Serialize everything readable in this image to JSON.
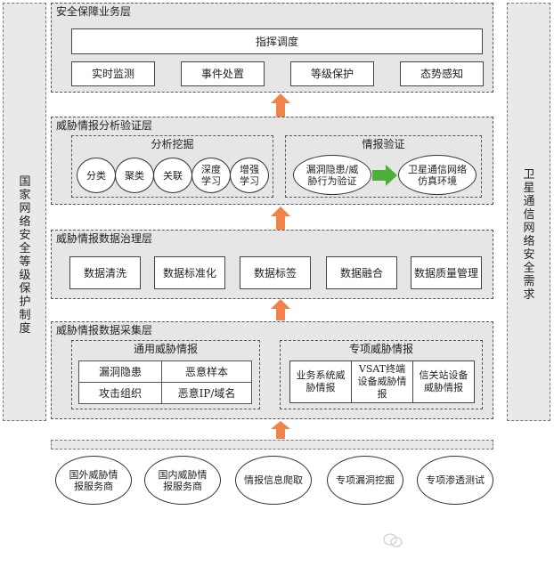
{
  "left_side": "国家网络安全等级保护制度",
  "right_side": "卫星通信网络安全需求",
  "layer_business": {
    "title": "安全保障业务层",
    "command": "指挥调度",
    "items": [
      "实时监测",
      "事件处置",
      "等级保护",
      "态势感知"
    ]
  },
  "layer_analysis": {
    "title": "威胁情报分析验证层",
    "mining_title": "分析挖掘",
    "mining_items": [
      "分类",
      "聚类",
      "关联",
      "深度学习",
      "增强学习"
    ],
    "verify_title": "情报验证",
    "verify_from": "漏洞隐患/威胁行为验证",
    "verify_to": "卫星通信网络仿真环境"
  },
  "layer_governance": {
    "title": "威胁情报数据治理层",
    "items": [
      "数据清洗",
      "数据标准化",
      "数据标签",
      "数据融合",
      "数据质量管理"
    ]
  },
  "layer_collection": {
    "title": "威胁情报数据采集层",
    "general_title": "通用威胁情报",
    "general_items": [
      "漏洞隐患",
      "恶意样本",
      "攻击组织",
      "恶意IP/域名"
    ],
    "special_title": "专项威胁情报",
    "special_items": [
      "业务系统威胁情报",
      "VSAT终端设备威胁情报",
      "信关站设备威胁情报"
    ]
  },
  "sources": [
    "国外威胁情报服务商",
    "国内威胁情报服务商",
    "情报信息爬取",
    "专项漏洞挖掘",
    "专项渗透测试"
  ],
  "colors": {
    "arrow_orange": "#f0824a",
    "arrow_green": "#4caf3a",
    "panel_gray": "#e6e6e6"
  }
}
